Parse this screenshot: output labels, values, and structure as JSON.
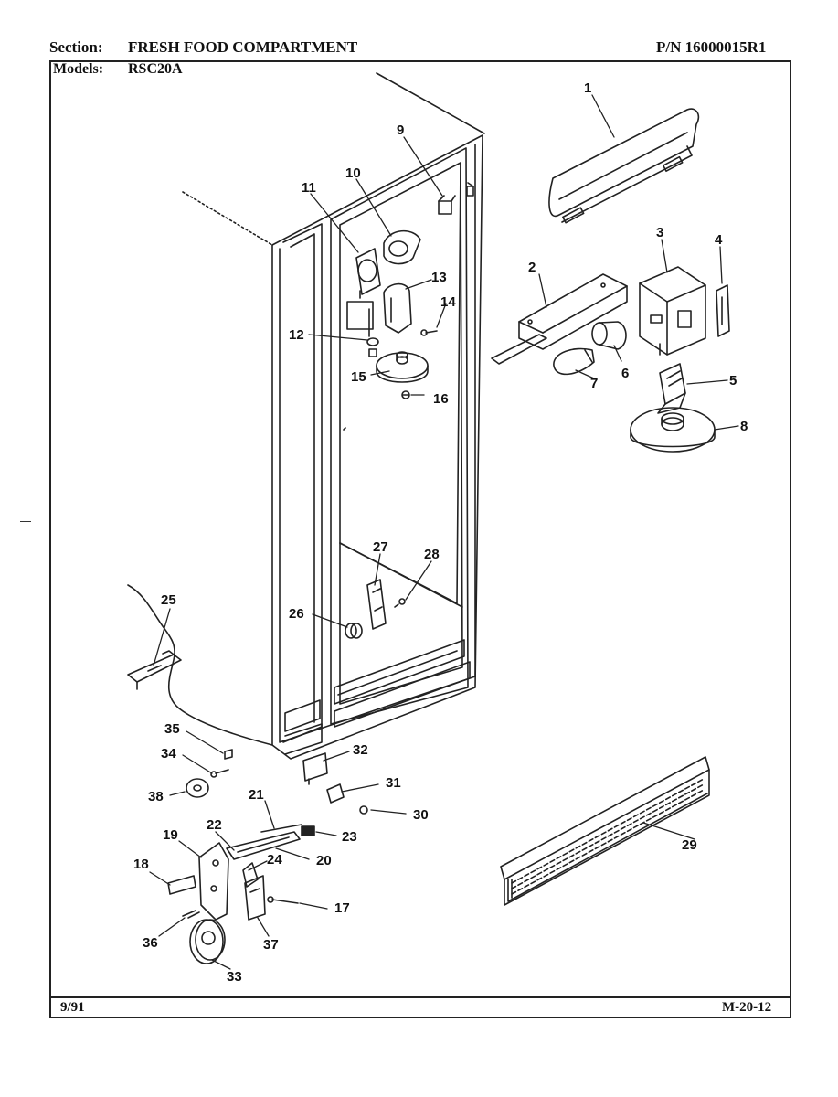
{
  "header": {
    "section_label": "Section:",
    "section_value": "FRESH FOOD COMPARTMENT",
    "part_number": "P/N 16000015R1",
    "models_label": "Models:",
    "models_value": "RSC20A"
  },
  "footer": {
    "date": "9/91",
    "page_code": "M-20-12"
  },
  "callouts": [
    "1",
    "2",
    "3",
    "4",
    "5",
    "6",
    "7",
    "8",
    "9",
    "10",
    "11",
    "12",
    "13",
    "14",
    "15",
    "16",
    "17",
    "18",
    "19",
    "20",
    "21",
    "22",
    "23",
    "24",
    "25",
    "26",
    "27",
    "28",
    "29",
    "30",
    "31",
    "32",
    "33",
    "34",
    "35",
    "36",
    "37",
    "38"
  ]
}
